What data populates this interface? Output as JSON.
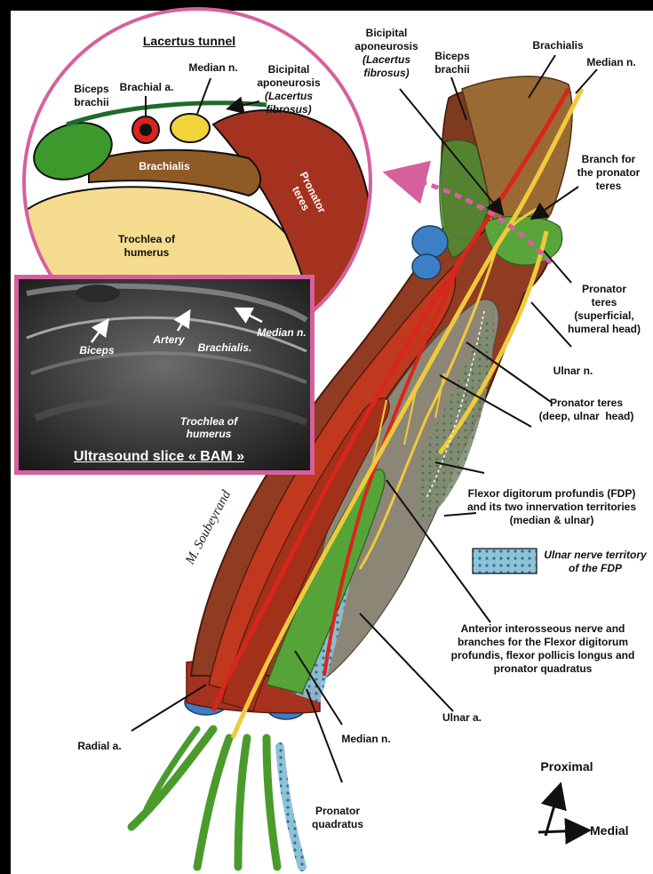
{
  "inset": {
    "title": "Lacertus tunnel",
    "labels": {
      "biceps": "Biceps\nbrachii",
      "brachial_a": "Brachial a.",
      "median": "Median n.",
      "aponeurosis_1": "Bicipital",
      "aponeurosis_2": "aponeurosis",
      "aponeurosis_3": "(Lacertus",
      "aponeurosis_4": "fibrosus)",
      "brachialis": "Brachialis",
      "pronator": "Pronator\nteres",
      "trochlea": "Trochlea of\nhumerus"
    }
  },
  "ultrasound": {
    "title": "Ultrasound slice « BAM »",
    "labels": {
      "biceps": "Biceps",
      "artery": "Artery",
      "brachialis": "Brachialis.",
      "median": "Median n.",
      "trochlea": "Trochlea of\nhumerus"
    }
  },
  "labels": {
    "apon_1": "Bicipital",
    "apon_2": "aponeurosis",
    "apon_3": "(Lacertus",
    "apon_4": "fibrosus)",
    "biceps": "Biceps\nbrachii",
    "brachialis": "Brachialis",
    "median_top": "Median n.",
    "branch_pronator": "Branch for\nthe pronator\nteres",
    "pronator_superficial": "Pronator\nteres\n(superficial,\nhumeral head)",
    "ulnar_n": "Ulnar n.",
    "pronator_deep": "Pronator teres\n(deep, ulnar  head)",
    "fdp": "Flexor digitorum profundis (FDP)\nand its two innervation territories\n(median & ulnar)",
    "legend_territory": "Ulnar nerve territory\nof the FDP",
    "ain": "Anterior interosseous nerve and\nbranches for the Flexor digitorum\nprofundis, flexor pollicis longus and\npronator quadratus",
    "ulnar_a": "Ulnar a.",
    "median_bottom": "Median n.",
    "radial_a": "Radial a.",
    "pronator_quadratus": "Pronator\nquadratus",
    "proximal": "Proximal",
    "medial": "Medial"
  },
  "signature": "M. Soubeyrand",
  "colors": {
    "frame_pink": "#d6609e",
    "muscle_red": "#a5321f",
    "muscle_brown": "#8e5a25",
    "muscle_green": "#4c9a2e",
    "nerve_yellow": "#f1c93c",
    "artery_red": "#d9251c",
    "bone_blue": "#3c7fc4",
    "bone_cream": "#f4d98c"
  }
}
